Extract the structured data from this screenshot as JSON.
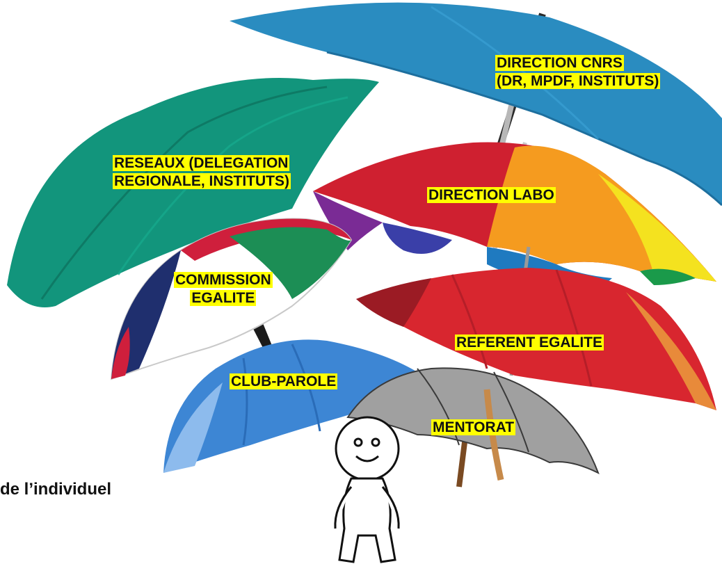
{
  "labels": {
    "direction_cnrs_line1": "DIRECTION CNRS",
    "direction_cnrs_line2": "(DR, MPDF, INSTITUTS)",
    "reseaux_line1": "RESEAUX (DELEGATION",
    "reseaux_line2": "REGIONALE, INSTITUTS)",
    "direction_labo": "DIRECTION LABO",
    "commission_line1": "COMMISSION",
    "commission_line2": "EGALITE",
    "referent_egalite": "REFERENT EGALITE",
    "club_parole": "CLUB-PAROLE",
    "mentorat": "MENTORAT"
  },
  "caption": "de l’individuel",
  "colors": {
    "highlight": "#ffff00",
    "umbrella_blue": "#2a8cc0",
    "umbrella_teal": "#12957c",
    "umbrella_red": "#d8262f",
    "umbrella_orange": "#f59b1f",
    "umbrella_gray": "#9a9a9a"
  },
  "icons": [
    "umbrella-icon",
    "person-icon"
  ]
}
